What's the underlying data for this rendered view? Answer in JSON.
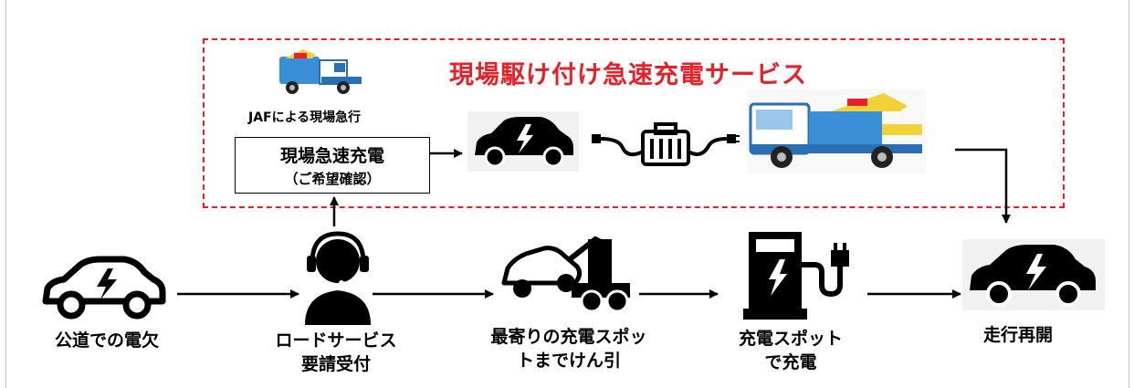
{
  "banner": {
    "title": "現場駆け付け急速充電サービス",
    "jaf_caption": "JAFによる現場急行",
    "quick_charge_line1": "現場急速充電",
    "quick_charge_line2": "（ご希望確認）"
  },
  "steps": [
    {
      "line1": "公道での電欠",
      "line2": ""
    },
    {
      "line1": "ロードサービス",
      "line2": "要請受付"
    },
    {
      "line1": "最寄りの充電スポッ",
      "line2": "トまでけん引"
    },
    {
      "line1": "充電スポット",
      "line2": "で充電"
    },
    {
      "line1": "走行再開",
      "line2": ""
    }
  ],
  "icons": {
    "stranded_car": "ev-car-outline-icon",
    "operator": "headset-operator-icon",
    "tow_truck": "tow-truck-icon",
    "charging_station": "charging-station-icon",
    "running_car": "ev-car-solid-icon",
    "jaf_truck": "jaf-truck-icon",
    "portable_charger": "portable-charger-icon"
  },
  "colors": {
    "accent_red": "#e8202a",
    "truck_blue": "#3b8fd6",
    "truck_yellow": "#f2d23b"
  }
}
